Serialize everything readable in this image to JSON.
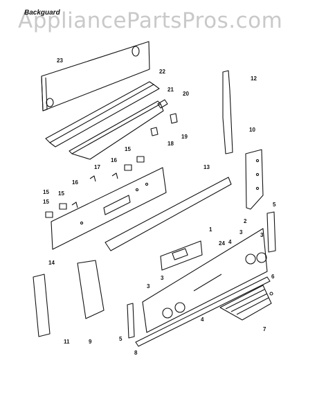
{
  "watermark": "AppliancePartsPros.com",
  "section_title": "Backguard",
  "callouts": [
    "1",
    "2",
    "3",
    "3",
    "3",
    "3",
    "4",
    "4",
    "5",
    "5",
    "6",
    "7",
    "8",
    "9",
    "10",
    "11",
    "12",
    "13",
    "14",
    "15",
    "15",
    "15",
    "15",
    "16",
    "16",
    "17",
    "18",
    "19",
    "20",
    "21",
    "22",
    "23",
    "24"
  ]
}
